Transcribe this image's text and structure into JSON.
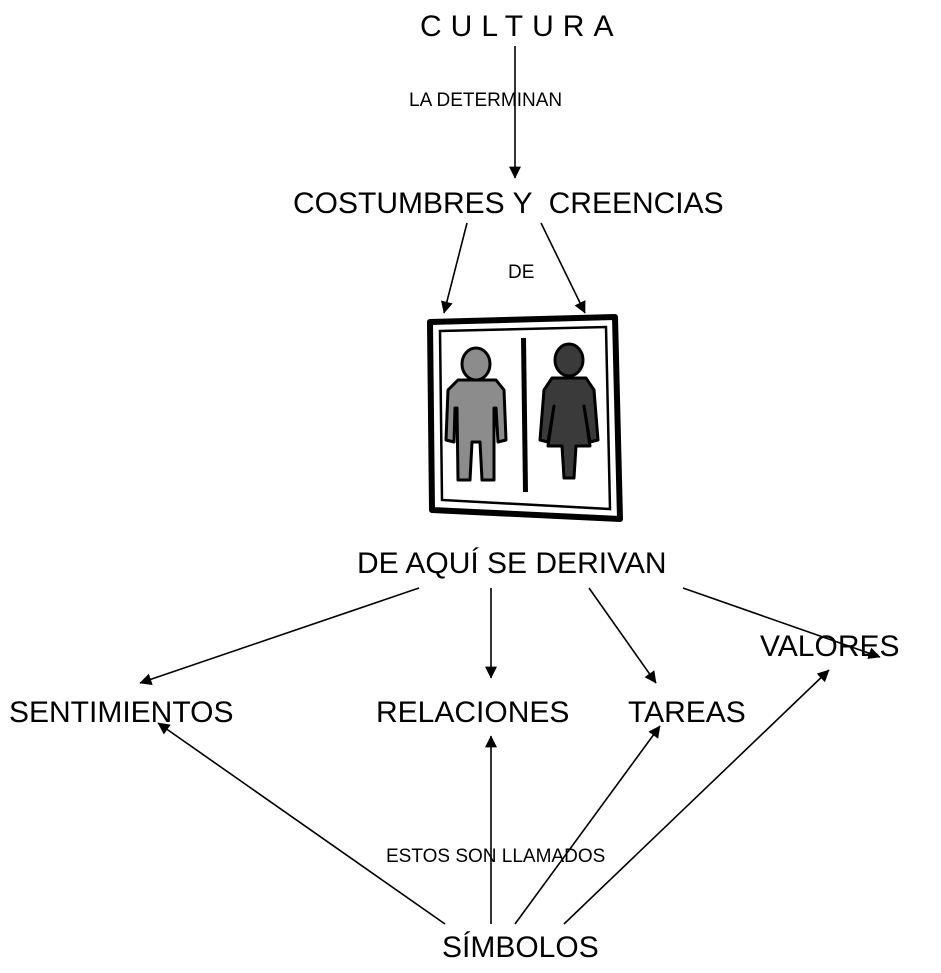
{
  "diagram": {
    "nodes": {
      "cultura": "CULTURA",
      "costumbres_creencias": "COSTUMBRES Y  CREENCIAS",
      "de_aqui_se_derivan": "DE AQUÍ SE DERIVAN",
      "sentimientos": "SENTIMIENTOS",
      "relaciones": "RELACIONES",
      "tareas": "TAREAS",
      "valores": "VALORES",
      "simbolos": "SÍMBOLOS"
    },
    "edge_labels": {
      "la_determinan": "LA DETERMINAN",
      "de": "DE",
      "estos_son_llamados": "ESTOS SON LLAMADOS"
    },
    "picture": {
      "icon": "man-and-woman-restroom-sign-icon"
    }
  }
}
